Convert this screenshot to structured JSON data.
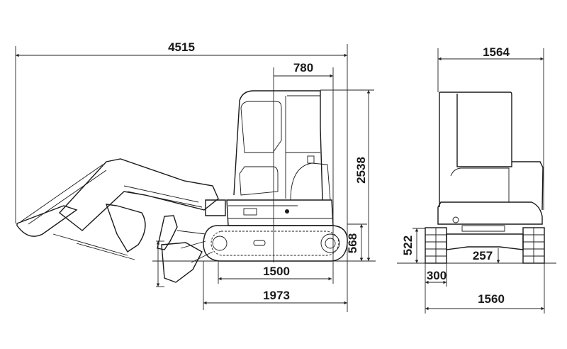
{
  "side_view": {
    "overall_length": "4515",
    "rear_swing": "780",
    "overall_height": "2538",
    "track_height": "568",
    "tumbler_distance": "1500",
    "track_length": "1973"
  },
  "front_view": {
    "upper_width": "1564",
    "blade_height": "522",
    "ground_clearance": "257",
    "shoe_width": "300",
    "track_width": "1560"
  }
}
